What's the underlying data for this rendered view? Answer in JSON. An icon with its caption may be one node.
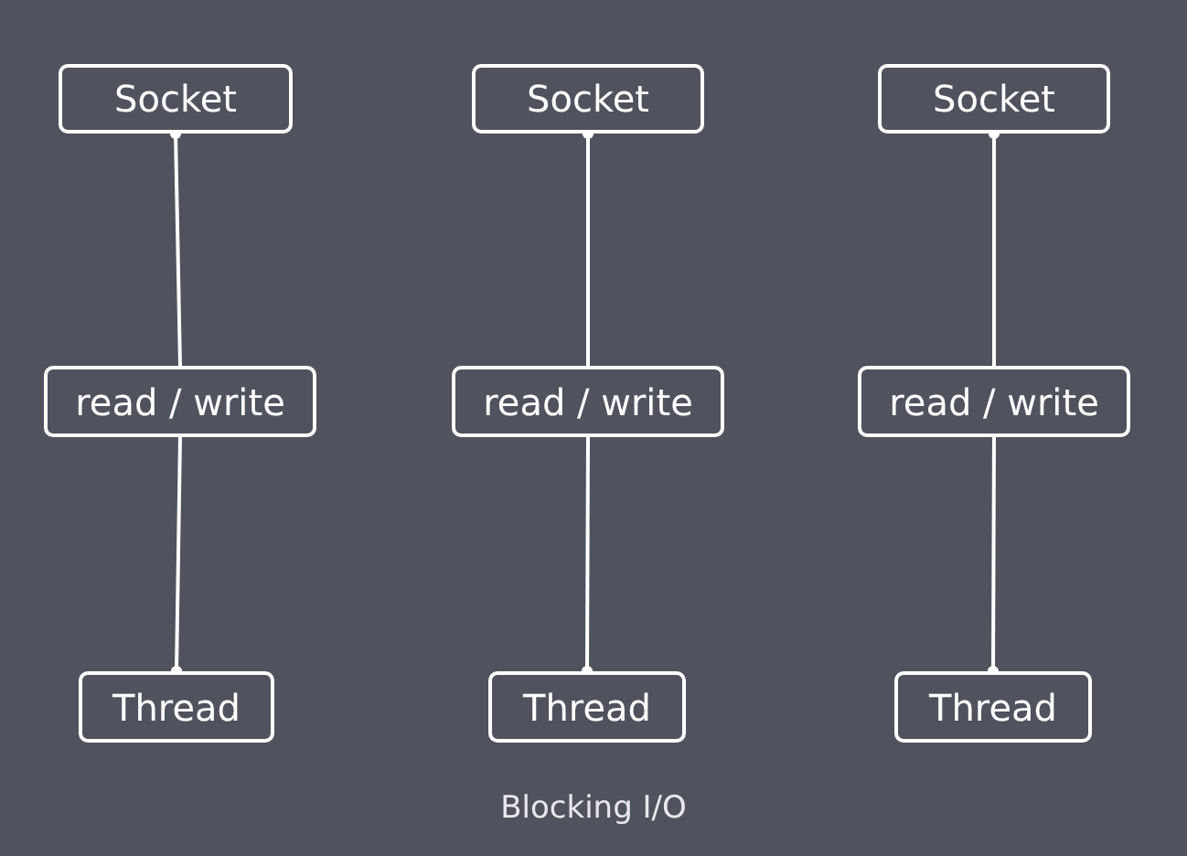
{
  "diagram": {
    "caption": "Blocking I/O",
    "nodes": [
      {
        "text": [
          "Socket"
        ]
      },
      {
        "text": [
          "read / write"
        ]
      },
      {
        "text": [
          "Thread"
        ]
      },
      {
        "text": [
          "Socket"
        ]
      },
      {
        "text": [
          "read / write"
        ]
      },
      {
        "text": [
          "Thread"
        ]
      },
      {
        "text": [
          "Socket"
        ]
      },
      {
        "text": [
          "read / write"
        ]
      },
      {
        "text": [
          "Thread"
        ]
      }
    ],
    "edges": [
      {
        "from": 1,
        "to": 0,
        "arrow": "other"
      },
      {
        "from": 1,
        "to": 2,
        "arrow": "other"
      },
      {
        "from": 4,
        "to": 3,
        "arrow": "other"
      },
      {
        "from": 4,
        "to": 5,
        "arrow": "other"
      },
      {
        "from": 7,
        "to": 6,
        "arrow": "other"
      },
      {
        "from": 7,
        "to": 8,
        "arrow": "other"
      }
    ]
  }
}
